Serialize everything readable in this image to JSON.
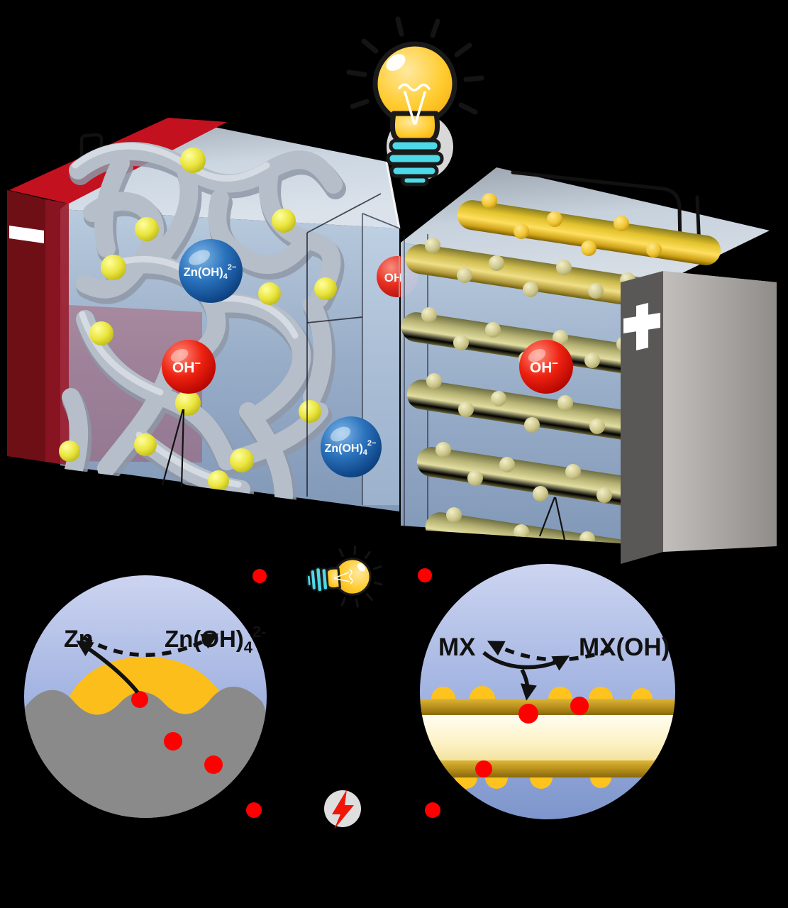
{
  "labels": {
    "zincate": {
      "base": "Zn(OH)",
      "sub": "4",
      "sup": "2−"
    },
    "hydroxide": {
      "base": "OH",
      "sup": "−"
    },
    "inset_left": {
      "reactant": "Zn",
      "product_base": "Zn(OH)",
      "product_sub": "4",
      "product_sup": "2-"
    },
    "inset_right": {
      "reactant": "MX",
      "product": "MX(OH)"
    }
  },
  "terminals": {
    "negative": "−",
    "positive": "+"
  },
  "icons": {
    "lightbulb_top": "lightbulb-icon",
    "lightbulb_small": "lightbulb-small-icon",
    "lightning": "lightning-bolt-icon",
    "negative_terminal": "minus-terminal-icon",
    "positive_terminal": "plus-terminal-icon"
  },
  "colors": {
    "background": "#000000",
    "anode_red": "#C3111F",
    "anode_dark_red": "#6E0F16",
    "anode_front_red": "#9B1626",
    "sponge_gray": "#B6BEC9",
    "electrolyte_blue": "#AEC4E2",
    "zincate_blue": "#1B5FA8",
    "hydroxide_red": "#E01010",
    "zinc_yellow": "#E8E43A",
    "rod_gold": "#E8C52E",
    "collector_dark": "#5A5856",
    "collector_light": "#A8A5A2",
    "inset_bg_blue": "#9FB2DF",
    "inset_gray_surface": "#8A8A8A",
    "mound_yellow": "#FCBE1A",
    "band_gold": "#C49B26",
    "dot_red": "#FF0000",
    "bulb_yellow": "#FFC933",
    "bulb_base_cyan": "#4DD9E8",
    "wire_black": "#111111"
  }
}
